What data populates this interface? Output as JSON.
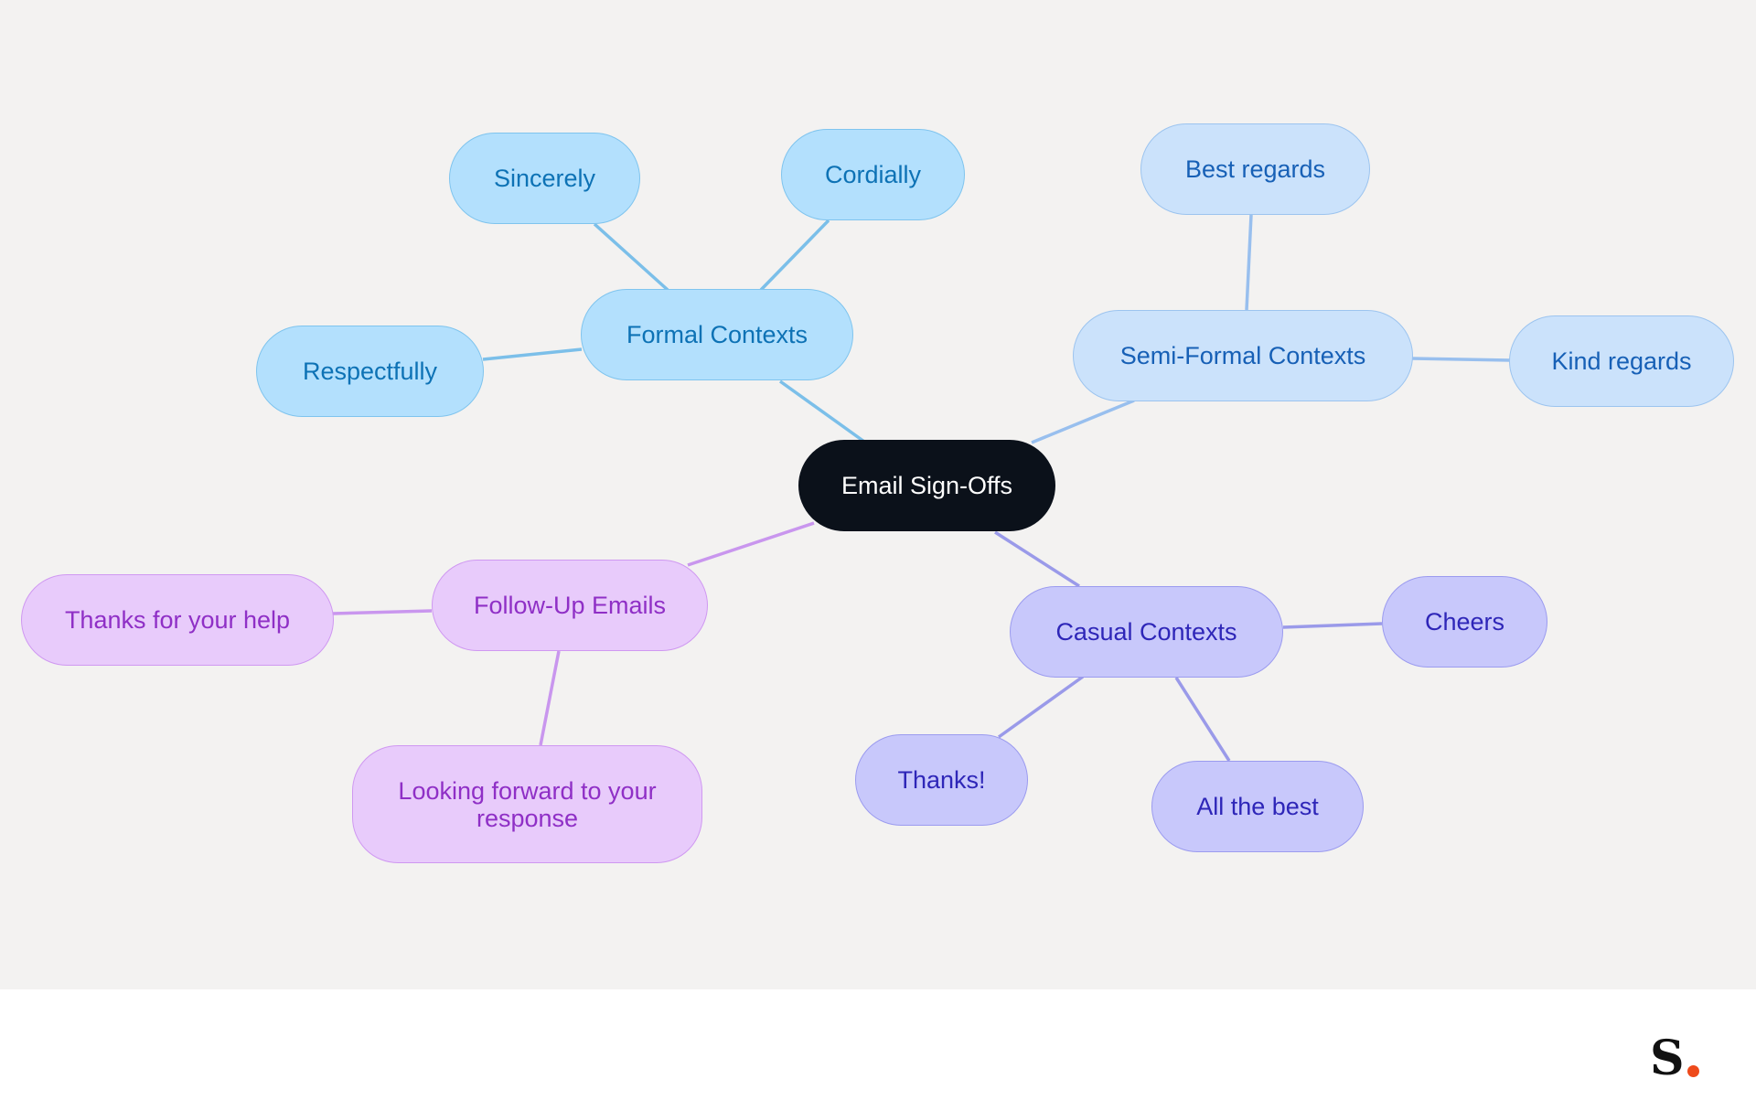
{
  "colors": {
    "canvas_background": "#f3f2f1",
    "root_fill": "#0b111a",
    "formal_link": "#7bbfe9",
    "semi_link": "#98bfee",
    "casual_link": "#9a9ae9",
    "follow_link": "#c996ee",
    "logo_dot": "#ee4a1b"
  },
  "mindmap": {
    "root": {
      "label": "Email Sign-Offs"
    },
    "branches": [
      {
        "id": "formal",
        "label": "Formal Contexts",
        "children": [
          {
            "id": "sincerely",
            "label": "Sincerely"
          },
          {
            "id": "cordially",
            "label": "Cordially"
          },
          {
            "id": "respectfully",
            "label": "Respectfully"
          }
        ]
      },
      {
        "id": "semi",
        "label": "Semi-Formal Contexts",
        "children": [
          {
            "id": "best-regards",
            "label": "Best regards"
          },
          {
            "id": "kind-regards",
            "label": "Kind regards"
          }
        ]
      },
      {
        "id": "follow",
        "label": "Follow-Up Emails",
        "children": [
          {
            "id": "thanks-help",
            "label": "Thanks for your help"
          },
          {
            "id": "looking-forward",
            "label": "Looking forward to your response"
          }
        ]
      },
      {
        "id": "casual",
        "label": "Casual Contexts",
        "children": [
          {
            "id": "cheers",
            "label": "Cheers"
          },
          {
            "id": "thanks",
            "label": "Thanks!"
          },
          {
            "id": "all-the-best",
            "label": "All the best"
          }
        ]
      }
    ]
  },
  "logo": {
    "letter": "S"
  }
}
